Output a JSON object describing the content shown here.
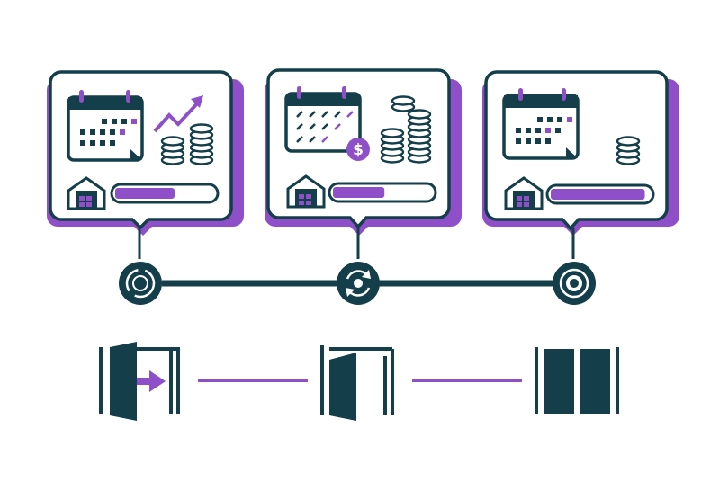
{
  "colors": {
    "primary": "#143f4a",
    "accent": "#8e4fc9",
    "background": "#ffffff",
    "panel_fill": "#ffffff"
  },
  "stages": [
    {
      "id": "stage-1",
      "calendar_icon": "calendar-icon",
      "finance_icon": "trend-up-arrow-icon",
      "coins_icon": "coin-stacks-icon",
      "warehouse_icon": "warehouse-icon",
      "capacity_level": 0.6,
      "coin_stacks": 2,
      "timeline_node_icon": "ring-node-icon",
      "door_icon": "door-entering-icon"
    },
    {
      "id": "stage-2",
      "calendar_icon": "calendar-crossed-days-icon",
      "finance_icon": "dollar-coin-icon",
      "coins_icon": "coin-stacks-icon",
      "warehouse_icon": "warehouse-icon",
      "capacity_level": 0.52,
      "coin_stacks": 3,
      "timeline_node_icon": "cycle-node-icon",
      "door_icon": "door-open-icon"
    },
    {
      "id": "stage-3",
      "calendar_icon": "calendar-icon",
      "finance_icon": "",
      "coins_icon": "single-coin-stack-icon",
      "warehouse_icon": "warehouse-icon",
      "capacity_level": 0.95,
      "coin_stacks": 1,
      "timeline_node_icon": "ring-node-icon",
      "door_icon": "door-closed-icon"
    }
  ]
}
